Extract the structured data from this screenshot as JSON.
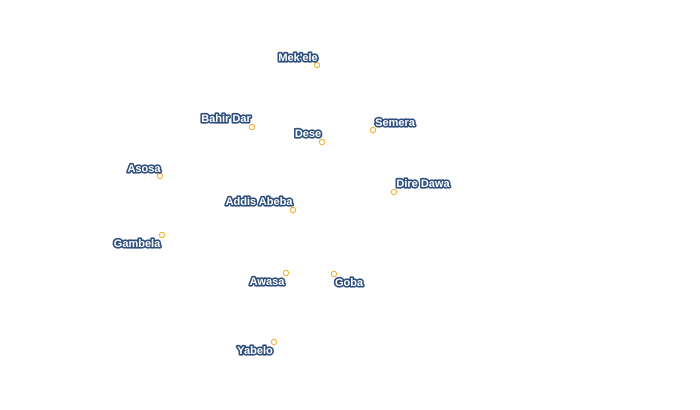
{
  "map": {
    "colors": {
      "label_fill": "#ffffff",
      "label_halo": "#2e4f7e",
      "marker_stroke": "#f0b43c",
      "background": "#ffffff"
    },
    "cities": [
      {
        "name": "Mek'ele"
      },
      {
        "name": "Bahir Dar"
      },
      {
        "name": "Dese"
      },
      {
        "name": "Semera"
      },
      {
        "name": "Asosa"
      },
      {
        "name": "Dire Dawa"
      },
      {
        "name": "Addis Abeba"
      },
      {
        "name": "Gambela"
      },
      {
        "name": "Awasa"
      },
      {
        "name": "Goba"
      },
      {
        "name": "Yabelo"
      }
    ]
  }
}
